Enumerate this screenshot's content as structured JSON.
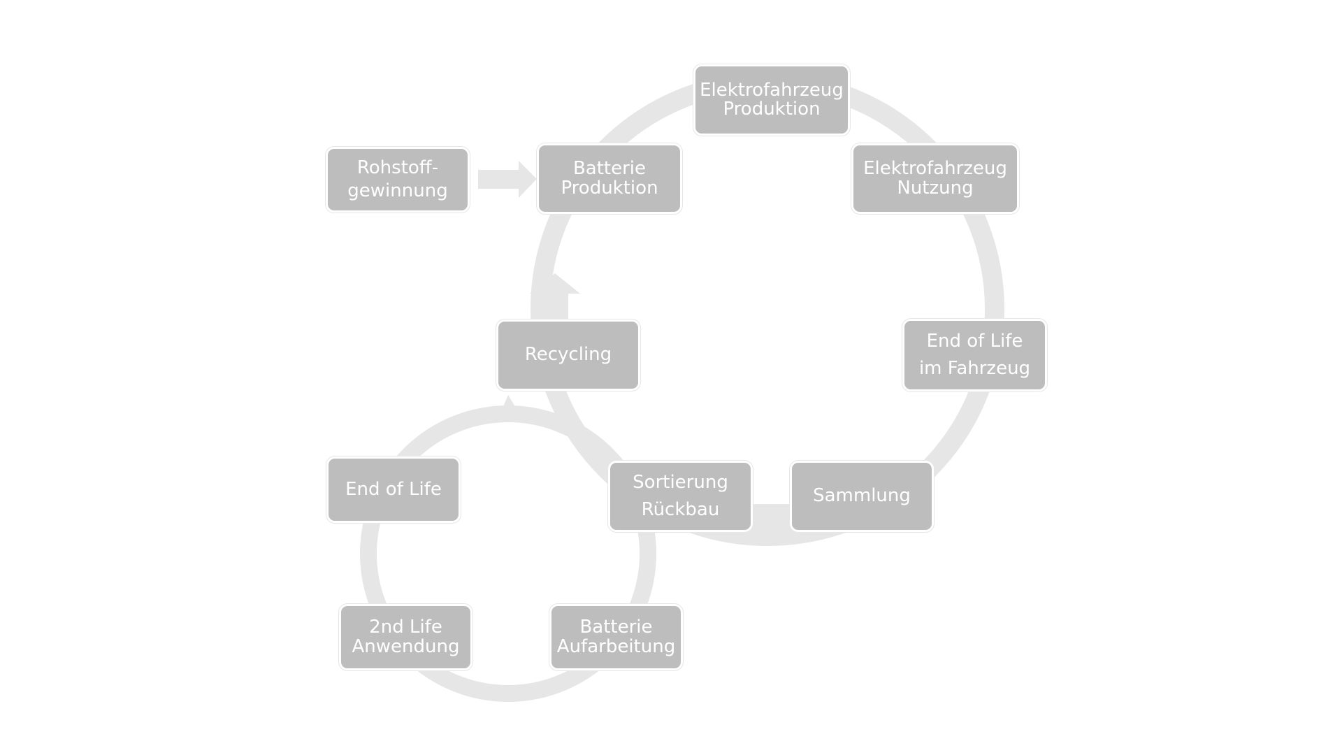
{
  "colors": {
    "node_fill": "#bdbdbd",
    "node_text": "#ffffff",
    "connector": "#e6e6e6"
  },
  "nodes": {
    "rohstoff": {
      "line1": "Rohstoff-",
      "line2": "gewinnung"
    },
    "batterie_produktion": {
      "line1": "Batterie",
      "line2": "Produktion"
    },
    "elektrofahrzeug_produktion": {
      "line1": "Elektrofahrzeug",
      "line2": "Produktion"
    },
    "elektrofahrzeug_nutzung": {
      "line1": "Elektrofahrzeug",
      "line2": "Nutzung"
    },
    "end_of_life_fahrzeug": {
      "line1": "End of Life",
      "line2": "im Fahrzeug"
    },
    "sammlung": {
      "line1": "Sammlung"
    },
    "sortierung": {
      "line1": "Sortierung",
      "line2": "Rückbau"
    },
    "recycling": {
      "line1": "Recycling"
    },
    "end_of_life": {
      "line1": "End of Life"
    },
    "second_life": {
      "line1": "2nd Life",
      "line2": "Anwendung"
    },
    "batterie_aufarbeitung": {
      "line1": "Batterie",
      "line2": "Aufarbeitung"
    }
  }
}
